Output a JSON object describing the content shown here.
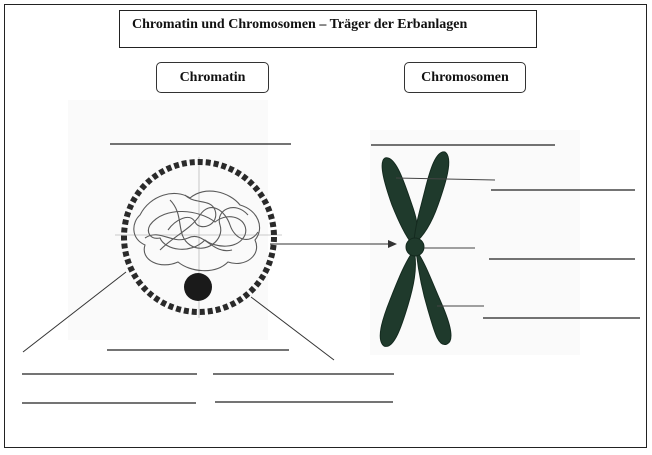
{
  "title": "Chromatin und Chromosomen – Träger der Erbanlagen",
  "labels": {
    "chromatin": "Chromatin",
    "chromosomen": "Chromosomen"
  },
  "colors": {
    "chromosome_fill": "#1f3a2c",
    "line": "#222222",
    "thread": "#555555"
  },
  "answer_lines_count": 10
}
